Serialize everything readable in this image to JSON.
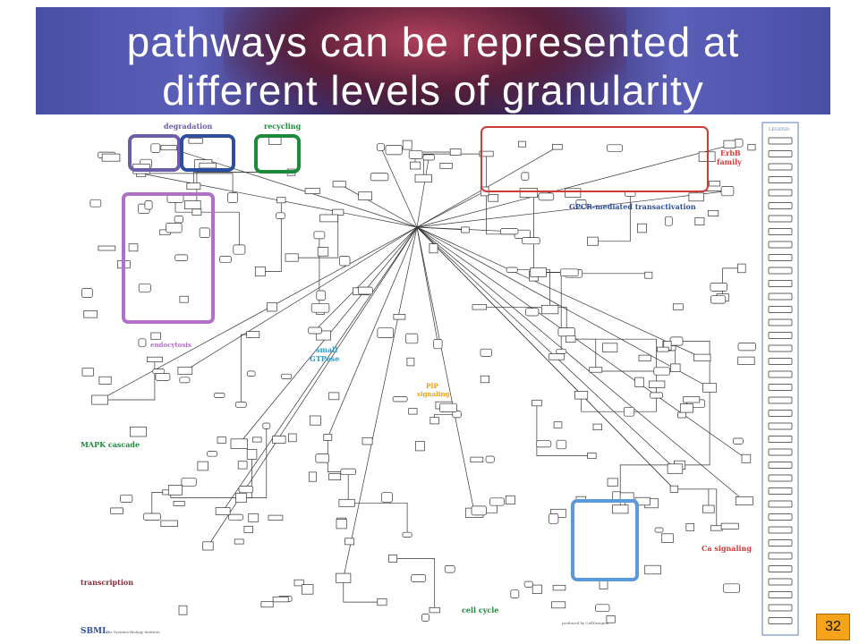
{
  "title": {
    "line1": "pathways can be represented at",
    "line2": "different levels of granularity"
  },
  "labels": {
    "degradation": "degradation",
    "recycling": "recycling",
    "erbb": "ErbB",
    "erbb2": "family",
    "gpcr": "GPCR-mediated transactivation",
    "endocytosis": "endocytosis",
    "small_gtpase1": "small",
    "small_gtpase2": "GTPase",
    "pip1": "PIP",
    "pip2": "signaling",
    "mapk": "MAPK cascade",
    "ca": "Ca signaling",
    "transcription": "transcription",
    "cell_cycle": "cell cycle",
    "legend": "LEGEND",
    "footer_left": "The Systems Biology Institute",
    "footer_right": "produced by CellDesigner",
    "sbml": "SBML"
  },
  "colors": {
    "purple": "#6c5fa8",
    "blue": "#2e4f9e",
    "green": "#1e8a3c",
    "red": "#d23a3a",
    "violet": "#b070c8",
    "lightblue": "#5b9ad6",
    "cyan": "#2a9fd0",
    "orange": "#e8a21a",
    "maroon": "#8a2a3a"
  },
  "page_number": "32"
}
